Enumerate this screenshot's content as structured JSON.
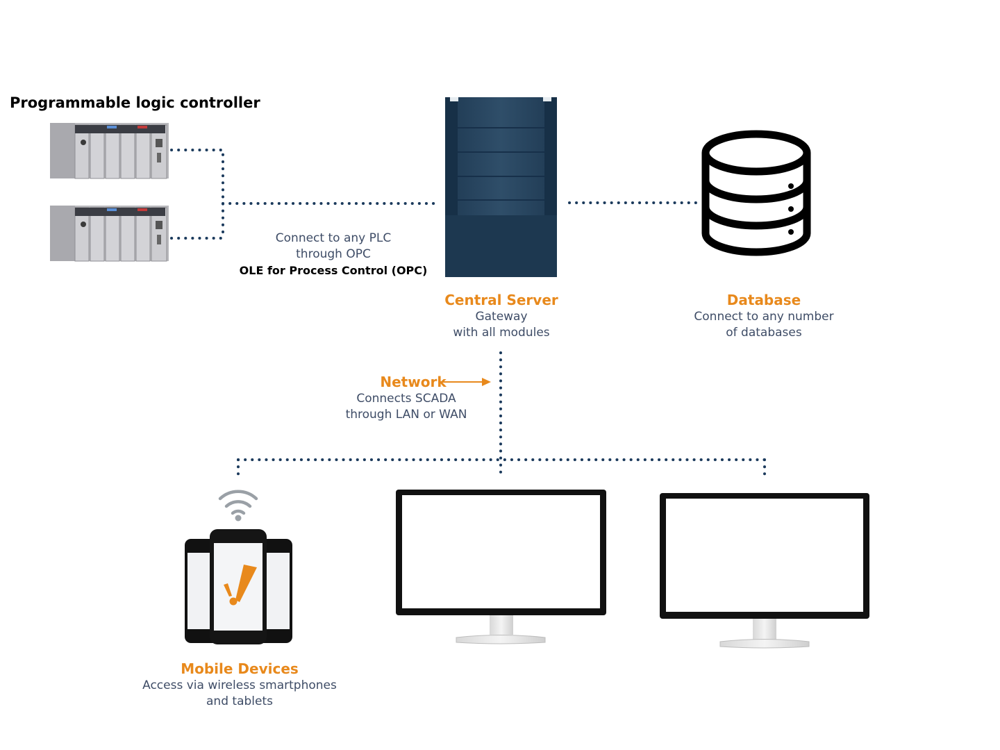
{
  "colors": {
    "accent": "#e8891c",
    "dots": "#1b3a5c",
    "text": "#3e4c66",
    "server": "#2b4761"
  },
  "plc": {
    "title": "Programmable logic controller",
    "connect_line1": "Connect to any PLC",
    "connect_line2": "through OPC",
    "opc_full": "OLE for Process Control (OPC)"
  },
  "server": {
    "title": "Central Server",
    "line1": "Gateway",
    "line2": "with all modules"
  },
  "database": {
    "title": "Database",
    "line1": "Connect to any number",
    "line2": "of databases"
  },
  "network": {
    "title": "Network",
    "line1": "Connects SCADA",
    "line2": "through LAN or WAN"
  },
  "mobile": {
    "title": "Mobile Devices",
    "line1": "Access via wireless smartphones",
    "line2": "and tablets"
  },
  "icons": [
    "plc-rack-icon",
    "server-tower-icon",
    "database-icon",
    "wifi-icon",
    "smartphone-icon",
    "monitor-icon"
  ]
}
